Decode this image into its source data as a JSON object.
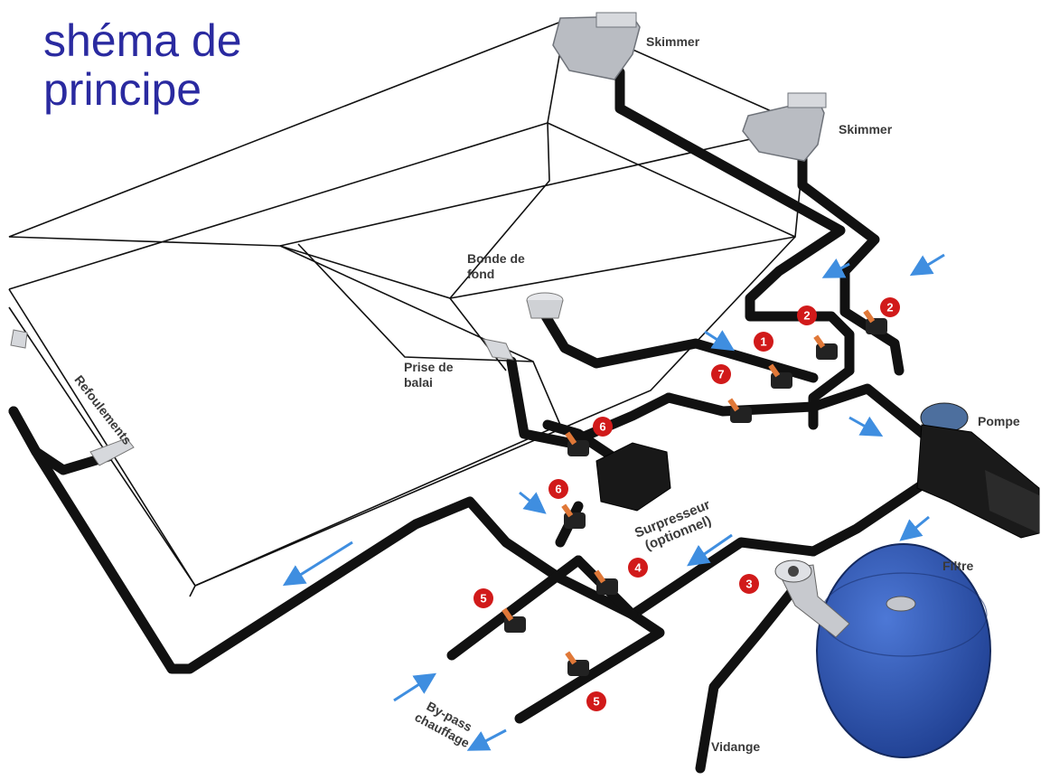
{
  "title": "shéma de\nprincipe",
  "labels": {
    "skimmer_1": "Skimmer",
    "skimmer_2": "Skimmer",
    "bonde_de_fond": "Bonde de\nfond",
    "refoulements": "Refoulements",
    "prise_de_balai": "Prise de\nbalai",
    "pompe": "Pompe",
    "surpresseur": "Surpresseur\n(optionnel)",
    "filtre": "Filtre",
    "by_pass": "By-pass\nchauffage",
    "vidange": "Vidange"
  },
  "valve_numbers": {
    "v1": "1",
    "v2a": "2",
    "v2b": "2",
    "v7": "7",
    "v6a": "6",
    "v6b": "6",
    "v4": "4",
    "v5a": "5",
    "v5b": "5",
    "v3": "3"
  },
  "colors": {
    "title": "#2a2aa0",
    "pipe": "#111111",
    "arrow": "#3f8ee0",
    "badge": "#d11a1a",
    "filter_tank": "#2f57b8",
    "valve_handle": "#e07838"
  }
}
